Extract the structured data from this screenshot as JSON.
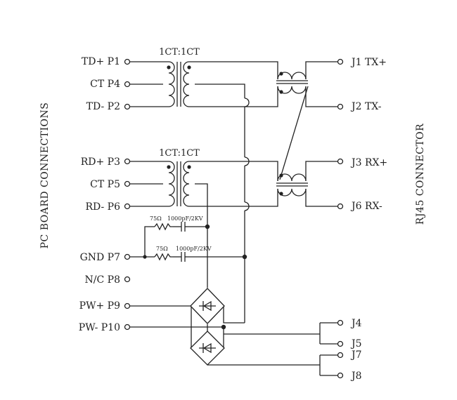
{
  "left_label": "PC BOARD CONNECTIONS",
  "right_label": "RJ45 CONNECTOR",
  "transformer_ratio": "1CT:1CT",
  "left_pins": {
    "td_plus": "TD+ P1",
    "ct_p4": "CT P4",
    "td_minus": "TD- P2",
    "rd_plus": "RD+ P3",
    "ct_p5": "CT P5",
    "rd_minus": "RD- P6",
    "gnd": "GND P7",
    "nc": "N/C P8",
    "pw_plus": "PW+ P9",
    "pw_minus": "PW- P10"
  },
  "right_pins": {
    "tx_plus": "J1 TX+",
    "tx_minus": "J2 TX-",
    "rx_plus": "J3 RX+",
    "rx_minus": "J6 RX-",
    "j4": "J4",
    "j5": "J5",
    "j7": "J7",
    "j8": "J8"
  },
  "components": {
    "resistor": "75Ω",
    "capacitor": "1000pF/2KV"
  }
}
